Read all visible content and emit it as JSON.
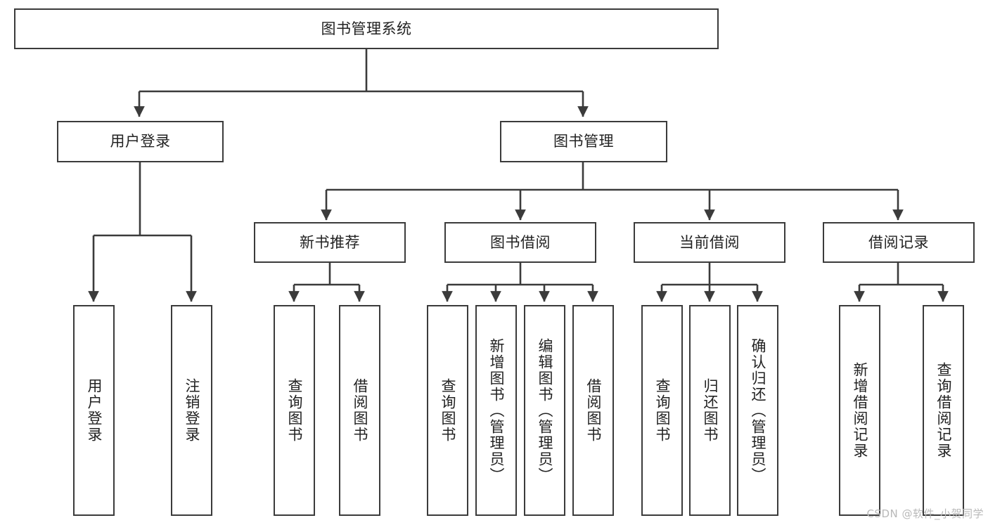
{
  "diagram": {
    "title": "图书管理系统",
    "watermark": "CSDN @软件_小贺同学",
    "colors": {
      "box_border": "#3b3b3b",
      "box_fill": "#ffffff",
      "connector": "#3b3b3b",
      "text": "#222222",
      "watermark": "#b9b9b9"
    },
    "nodes": {
      "root": {
        "label": "图书管理系统"
      },
      "level2": [
        {
          "label": "用户登录"
        },
        {
          "label": "图书管理"
        }
      ],
      "level3": [
        {
          "label": "新书推荐"
        },
        {
          "label": "图书借阅"
        },
        {
          "label": "当前借阅"
        },
        {
          "label": "借阅记录"
        }
      ],
      "leaves": {
        "user_login": [
          {
            "label": "用户登录"
          },
          {
            "label": "注销登录"
          }
        ],
        "new_book_recommend": [
          {
            "label": "查询图书"
          },
          {
            "label": "借阅图书"
          }
        ],
        "book_borrow": [
          {
            "label": "查询图书"
          },
          {
            "label": "新增图书（管理员）"
          },
          {
            "label": "编辑图书（管理员）"
          },
          {
            "label": "借阅图书"
          }
        ],
        "current_borrow": [
          {
            "label": "查询图书"
          },
          {
            "label": "归还图书"
          },
          {
            "label": "确认归还（管理员）"
          }
        ],
        "borrow_record": [
          {
            "label": "新增借阅记录"
          },
          {
            "label": "查询借阅记录"
          }
        ]
      }
    }
  }
}
